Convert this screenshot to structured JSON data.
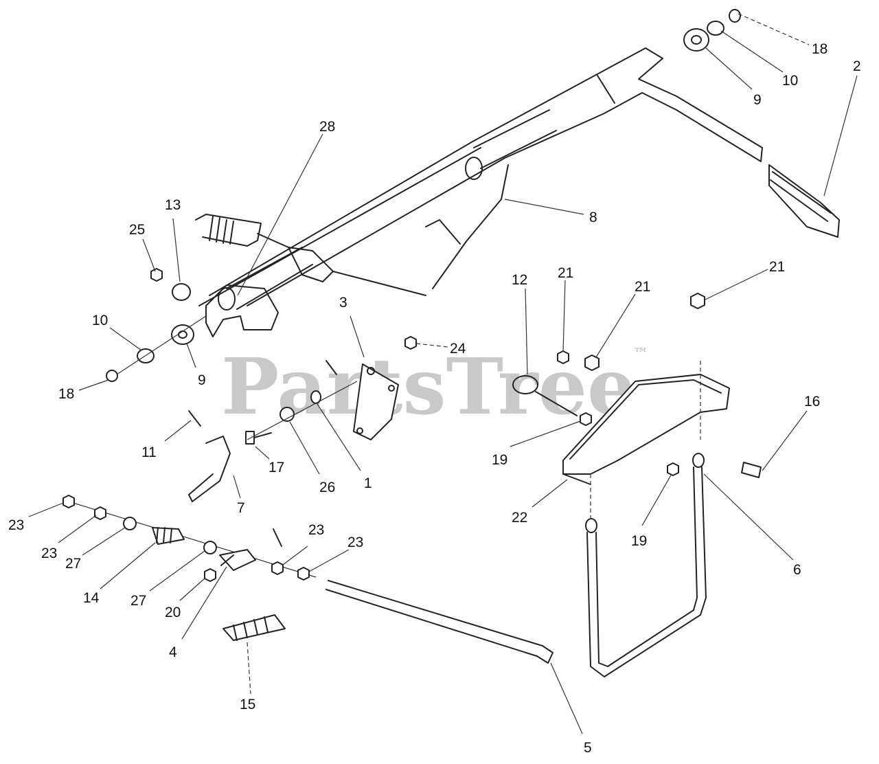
{
  "watermark": {
    "brand": "PartsTree",
    "trademark": "™",
    "color": "#c9c9c9"
  },
  "callouts": [
    "1",
    "2",
    "3",
    "4",
    "5",
    "6",
    "7",
    "8",
    "9",
    "9",
    "10",
    "10",
    "11",
    "12",
    "13",
    "14",
    "15",
    "16",
    "17",
    "18",
    "18",
    "19",
    "19",
    "20",
    "21",
    "21",
    "21",
    "22",
    "23",
    "23",
    "23",
    "23",
    "24",
    "25",
    "26",
    "27",
    "27",
    "28"
  ]
}
